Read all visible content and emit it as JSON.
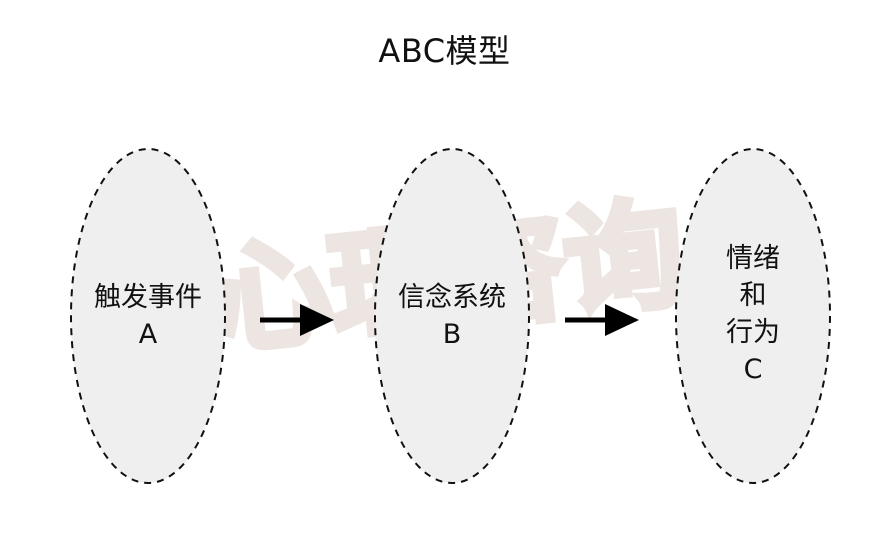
{
  "title": "ABC模型",
  "nodes": [
    {
      "lines": [
        "触发事件",
        "A"
      ]
    },
    {
      "lines": [
        "信念系统",
        "B"
      ]
    },
    {
      "lines": [
        "情绪",
        "和",
        "行为",
        "C"
      ]
    }
  ],
  "watermark": {
    "text": "心理咨询",
    "color": "#efe7e2"
  },
  "colors": {
    "node_fill": "#efefef",
    "stroke": "#111111",
    "arrow": "#000000"
  }
}
